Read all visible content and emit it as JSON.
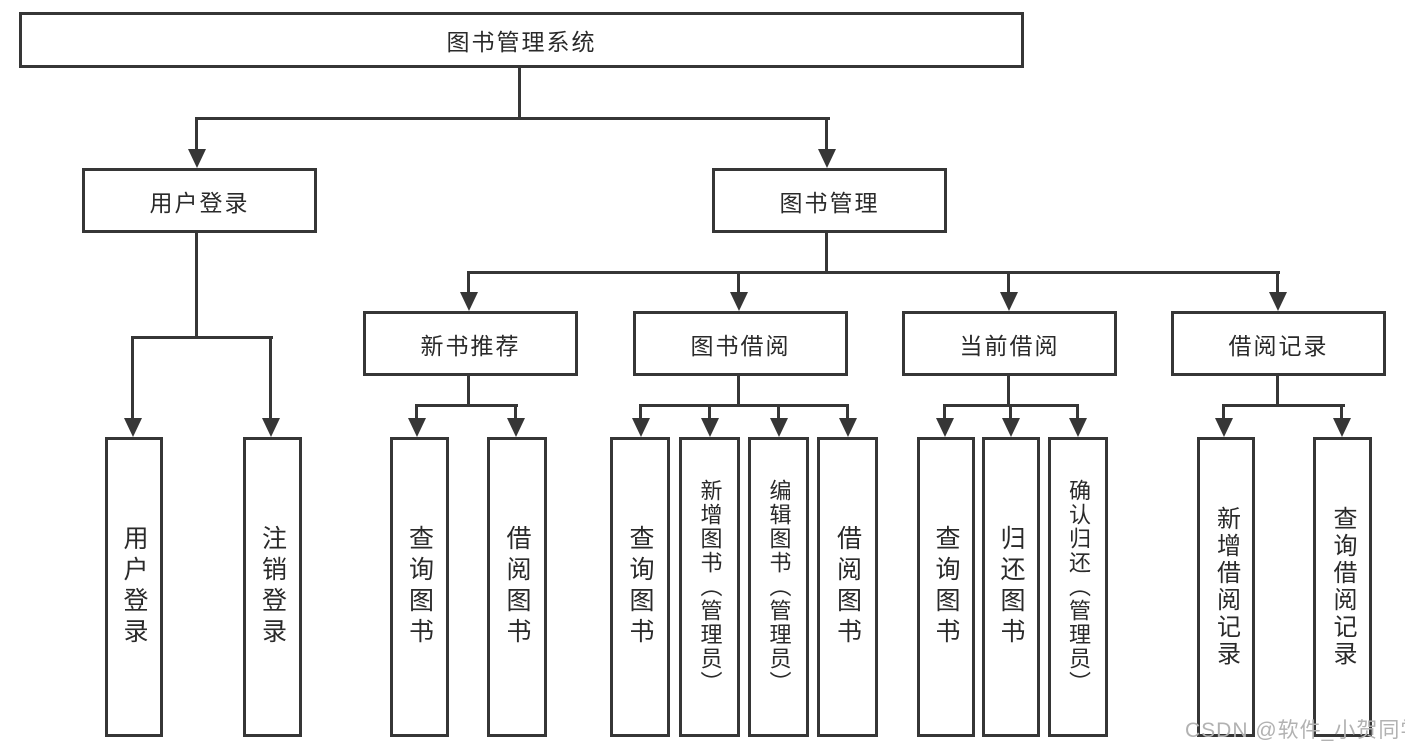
{
  "diagram": {
    "title": "图书管理系统",
    "nodes": {
      "root": "图书管理系统",
      "l2": [
        "用户登录",
        "图书管理"
      ],
      "l3": [
        "新书推荐",
        "图书借阅",
        "当前借阅",
        "借阅记录"
      ],
      "leaves": [
        "用户登录",
        "注销登录",
        "查询图书",
        "借阅图书",
        "查询图书",
        "新增图书（管理员）",
        "编辑图书（管理员）",
        "借阅图书",
        "查询图书",
        "归还图书",
        "确认归还（管理员）",
        "新增借阅记录",
        "查询借阅记录"
      ]
    },
    "colors": {
      "line": "#363636",
      "text": "#2a2a2a",
      "background": "#ffffff",
      "watermark": "#b2b2b2"
    }
  },
  "watermark": "CSDN @软件_小贺同学"
}
